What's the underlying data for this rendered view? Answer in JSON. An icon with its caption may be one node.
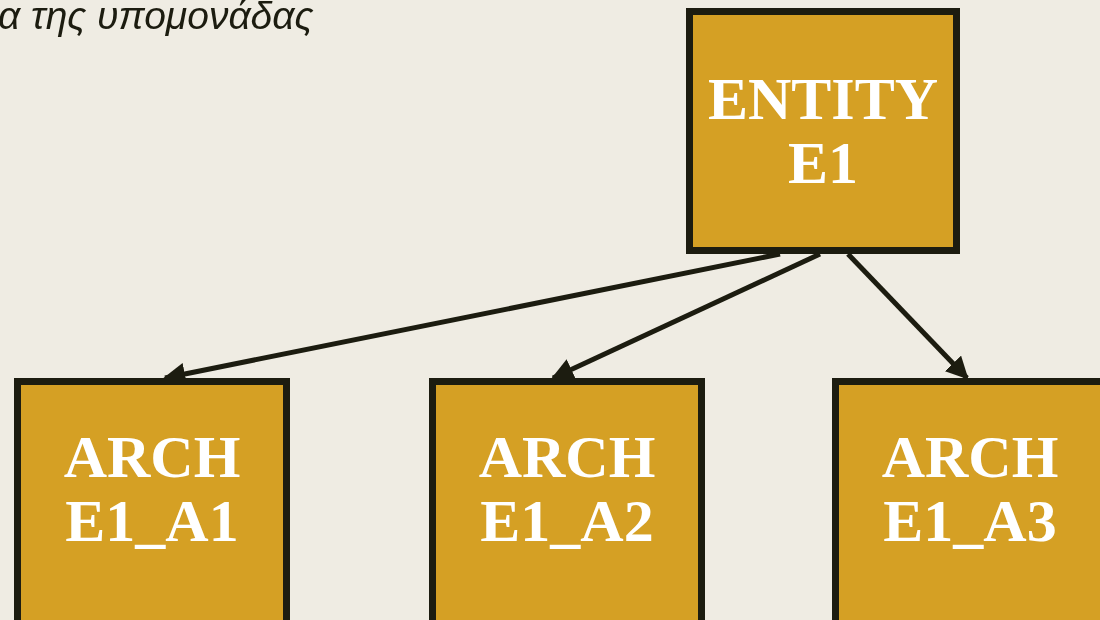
{
  "diagram": {
    "nodes": [
      {
        "text": [
          "ENTITY E1"
        ]
      },
      {
        "text": [
          "ARCH E1_A1"
        ]
      },
      {
        "text": [
          "ARCH E1_A2"
        ]
      },
      {
        "text": [
          "ARCH E1_A3"
        ]
      }
    ],
    "edges": [
      {
        "from": 0,
        "to": 1,
        "arrow": "to"
      },
      {
        "from": 0,
        "to": 2,
        "arrow": "to"
      },
      {
        "from": 0,
        "to": 3,
        "arrow": "to"
      }
    ],
    "labels": [
      "α της υπομονάδας"
    ]
  }
}
